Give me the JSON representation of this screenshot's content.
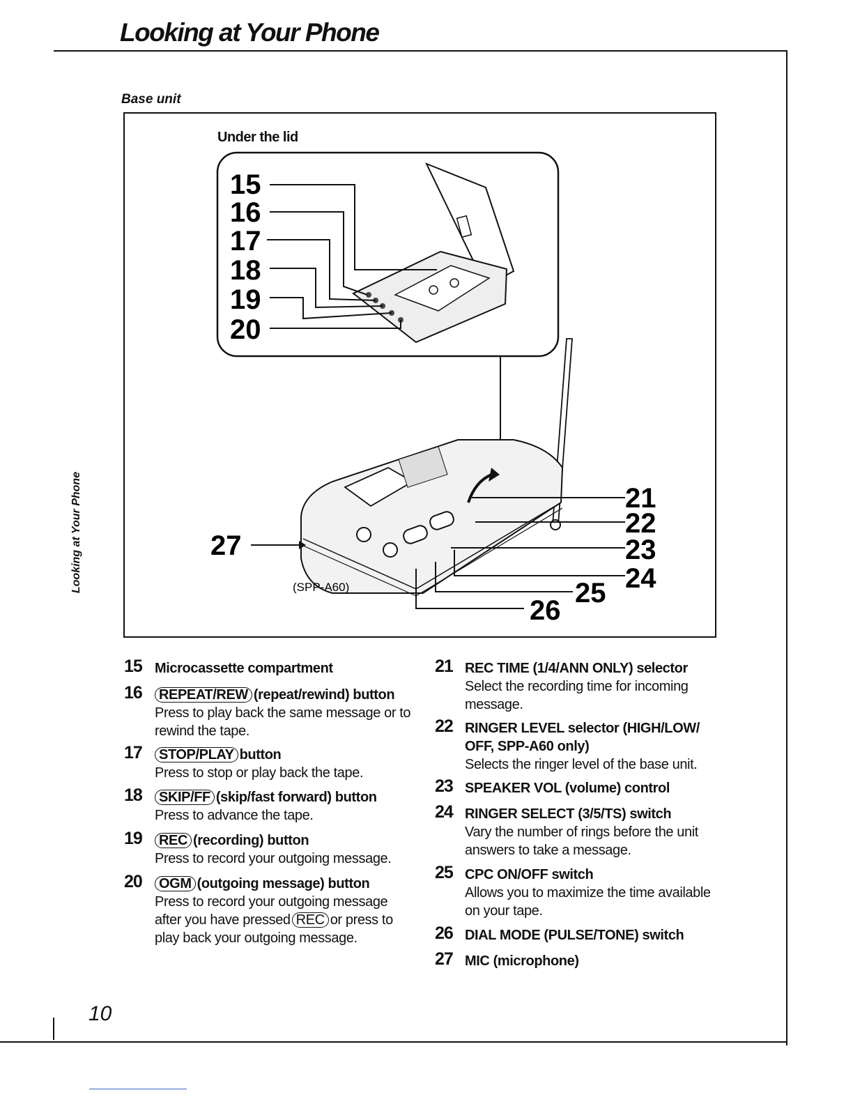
{
  "page": {
    "title": "Looking at Your Phone",
    "section": "Base unit",
    "side_label": "Looking at Your Phone",
    "page_number": "10"
  },
  "figure": {
    "inset_label": "Under the lid",
    "model_label": "(SPP-A60)",
    "callouts": [
      "15",
      "16",
      "17",
      "18",
      "19",
      "20",
      "21",
      "22",
      "23",
      "24",
      "25",
      "26",
      "27"
    ]
  },
  "left_items": [
    {
      "num": "15",
      "button": "",
      "head": "Microcassette compartment",
      "desc": ""
    },
    {
      "num": "16",
      "button": "REPEAT/REW",
      "head": "(repeat/rewind) button",
      "desc": "Press to play back the same message or to rewind the tape."
    },
    {
      "num": "17",
      "button": "STOP/PLAY",
      "head": "button",
      "desc": "Press to stop or play back the tape."
    },
    {
      "num": "18",
      "button": "SKIP/FF",
      "head": "(skip/fast forward) button",
      "desc": "Press to advance the tape."
    },
    {
      "num": "19",
      "button": "REC",
      "head": "(recording) button",
      "desc": "Press to record your outgoing message."
    },
    {
      "num": "20",
      "button": "OGM",
      "head": "(outgoing message) button",
      "desc_a": "Press to record your outgoing message after you have pressed",
      "desc_btn": "REC",
      "desc_b": "or press to play back your outgoing message."
    }
  ],
  "right_items": [
    {
      "num": "21",
      "head": "REC TIME (1/4/ANN ONLY) selector",
      "desc": "Select the recording time for incoming message."
    },
    {
      "num": "22",
      "head": "RINGER LEVEL selector (HIGH/LOW/ OFF, SPP-A60 only)",
      "desc": "Selects the ringer level of the base unit."
    },
    {
      "num": "23",
      "head": "SPEAKER VOL (volume) control",
      "desc": ""
    },
    {
      "num": "24",
      "head": "RINGER SELECT (3/5/TS) switch",
      "desc": "Vary the number of rings before the unit answers to take a message."
    },
    {
      "num": "25",
      "head": "CPC ON/OFF switch",
      "desc": "Allows you to maximize the time available on your tape."
    },
    {
      "num": "26",
      "head": "DIAL MODE (PULSE/TONE) switch",
      "desc": ""
    },
    {
      "num": "27",
      "head": "MIC (microphone)",
      "desc": ""
    }
  ]
}
